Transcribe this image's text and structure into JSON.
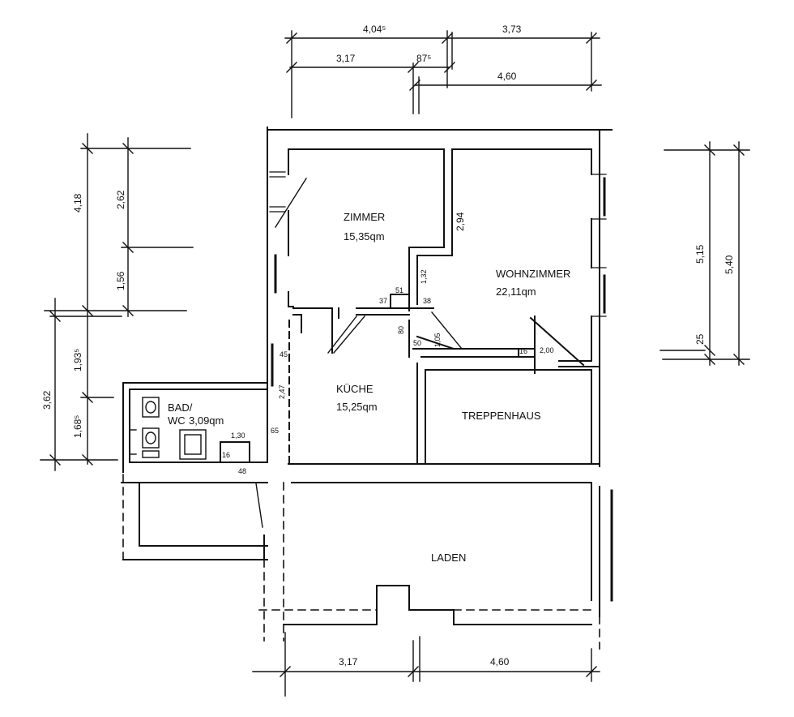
{
  "rooms": {
    "zimmer": {
      "name": "ZIMMER",
      "area": "15,35qm"
    },
    "wohnzimmer": {
      "name": "WOHNZIMMER",
      "area": "22,11qm"
    },
    "kueche": {
      "name": "KÜCHE",
      "area": "15,25qm"
    },
    "bad": {
      "name": "BAD/",
      "name2": "WC",
      "area": "3,09qm"
    },
    "treppenhaus": {
      "name": "TREPPENHAUS"
    },
    "laden": {
      "name": "LADEN"
    }
  },
  "dimensions": {
    "top_1": "4,04⁵",
    "top_2": "3,73",
    "top_3": "3,17",
    "top_4": "87⁵",
    "top_5": "4,60",
    "bottom_1": "3,17",
    "bottom_2": "4,60",
    "left_1": "4,18",
    "left_2": "2,62",
    "left_3": "1,56",
    "left_4": "3,62",
    "left_5": "1,93⁵",
    "left_6": "1,68⁵",
    "right_1": "5,15",
    "right_2": "5,40",
    "right_3": "25",
    "inner_294": "2,94",
    "inner_132": "1,32",
    "inner_51": "51",
    "inner_37": "37",
    "inner_38": "38",
    "inner_80": "80",
    "inner_50": "50",
    "inner_105": "1,05",
    "inner_16": "16",
    "inner_200": "2,00",
    "inner_45": "45",
    "inner_247": "2,47",
    "inner_65": "65",
    "inner_130": "1,30",
    "inner_16b": "16",
    "inner_48": "48"
  }
}
